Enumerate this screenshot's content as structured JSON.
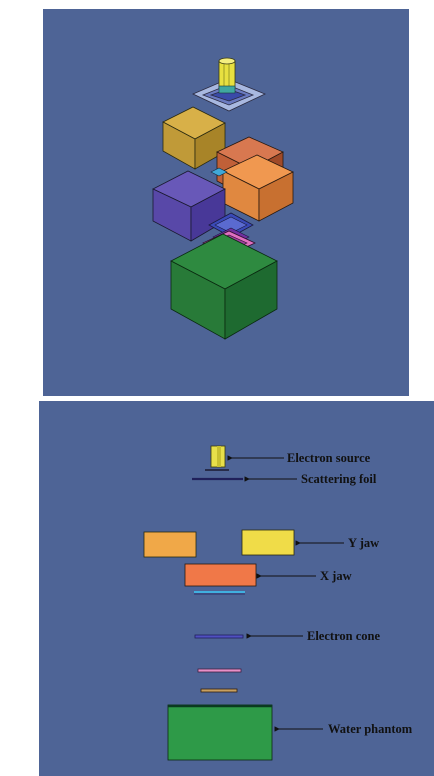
{
  "labels": {
    "electron_source": "Electron source",
    "scattering_foil": "Scattering foil",
    "y_jaw": "Y jaw",
    "x_jaw": "X jaw",
    "electron_cone": "Electron cone",
    "water_phantom": "Water phantom"
  },
  "colors": {
    "background": "#4e6496",
    "electron_source": "#e8e04a",
    "y_jaw_left": "#f0a848",
    "y_jaw_right": "#f0dc48",
    "x_jaw": "#f07848",
    "water_phantom": "#2e9a48",
    "electron_cone": "#5050c0",
    "cone_insert_pink": "#e890c8",
    "cone_insert_tan": "#c8a060"
  }
}
